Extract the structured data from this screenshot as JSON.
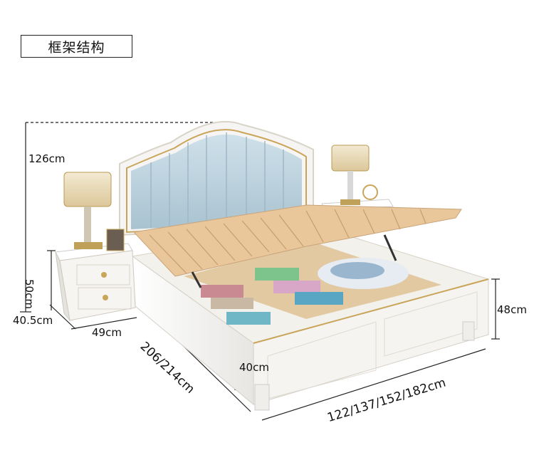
{
  "title": "框架结构",
  "dimensions": {
    "headboard_height": "126cm",
    "nightstand_height": "50cm",
    "nightstand_depth": "40.5cm",
    "nightstand_width": "49cm",
    "bed_length": "206/214cm",
    "bed_width": "122/137/152/182cm",
    "frame_height": "48cm",
    "inner_depth": "40cm"
  },
  "colors": {
    "frame": "#f4f3f1",
    "headboard_leather": "#bcd3de",
    "slats": "#e9c79b",
    "gold_trim": "#c9a55a"
  }
}
